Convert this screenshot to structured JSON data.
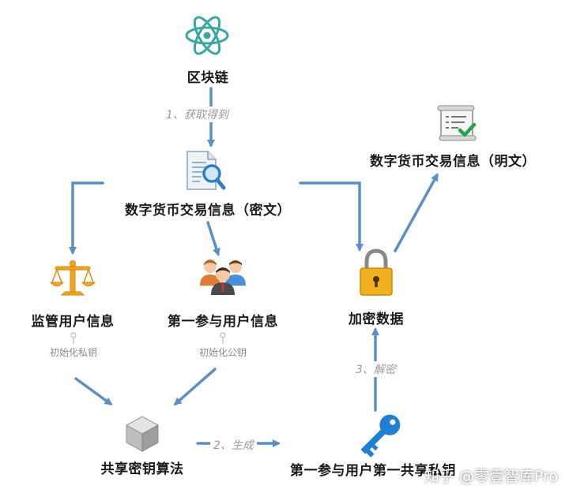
{
  "nodes": {
    "blockchain": "区块链",
    "cipher_info": "数字货币交易信息（密文）",
    "plain_info": "数字货币交易信息（明文）",
    "regulator": "监管用户信息",
    "participant": "第一参与用户信息",
    "encrypted": "加密数据",
    "algorithm": "共享密钥算法",
    "shared_key": "第一参与用户第一共享私钥"
  },
  "edges": {
    "step1": "1、获取得到",
    "step2": "2、生成",
    "step3": "3、解密",
    "init_private": "初始化私钥",
    "init_public": "初始化公钥"
  },
  "watermark": "知乎 @零壹智库Pro",
  "colors": {
    "arrow": "#5b8fc7",
    "atom": "#3aa6a2",
    "key": "#1e7fd4",
    "lock": "#f0b020",
    "scale": "#f2a51c"
  },
  "icons": [
    "atom-icon",
    "document-search-icon",
    "scroll-check-icon",
    "scale-icon",
    "people-icon",
    "padlock-icon",
    "cube-icon",
    "key-icon"
  ]
}
